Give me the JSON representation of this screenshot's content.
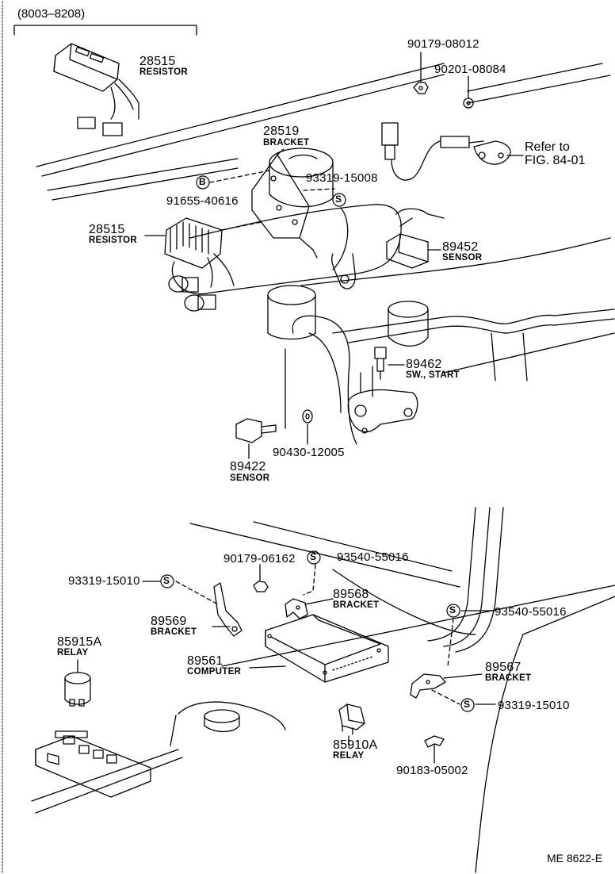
{
  "date_range": "(8003–8208)",
  "drawing_code": "ME  8622-E",
  "refer": {
    "line1": "Refer to",
    "line2": "FIG. 84-01"
  },
  "parts": {
    "p28515_top": {
      "number": "28515",
      "name": "RESISTOR"
    },
    "p28515_mid": {
      "number": "28515",
      "name": "RESISTOR"
    },
    "p28519": {
      "number": "28519",
      "name": "BRACKET"
    },
    "p93319_15008": {
      "number": "93319-15008"
    },
    "p91655_40616": {
      "number": "91655-40616"
    },
    "p90179_08012": {
      "number": "90179-08012"
    },
    "p90201_08084": {
      "number": "90201-08084"
    },
    "p89452": {
      "number": "89452",
      "name": "SENSOR"
    },
    "p89462": {
      "number": "89462",
      "name": "SW., START"
    },
    "p89422": {
      "number": "89422",
      "name": "SENSOR"
    },
    "p90430_12005": {
      "number": "90430-12005"
    },
    "p90179_06162": {
      "number": "90179-06162"
    },
    "p93540_55016_a": {
      "number": "93540-55016"
    },
    "p93319_15010_a": {
      "number": "93319-15010"
    },
    "p89568": {
      "number": "89568",
      "name": "BRACKET"
    },
    "p89569": {
      "number": "89569",
      "name": "BRACKET"
    },
    "p93540_55016_b": {
      "number": "93540-55016"
    },
    "p85915A": {
      "number": "85915A",
      "name": "RELAY"
    },
    "p89561": {
      "number": "89561",
      "name": "COMPUTER"
    },
    "p89567": {
      "number": "89567",
      "name": "BRACKET"
    },
    "p93319_15010_b": {
      "number": "93319-15010"
    },
    "p85910A": {
      "number": "85910A",
      "name": "RELAY"
    },
    "p90183_05002": {
      "number": "90183-05002"
    }
  },
  "markers": {
    "s": "S",
    "b": "B"
  }
}
